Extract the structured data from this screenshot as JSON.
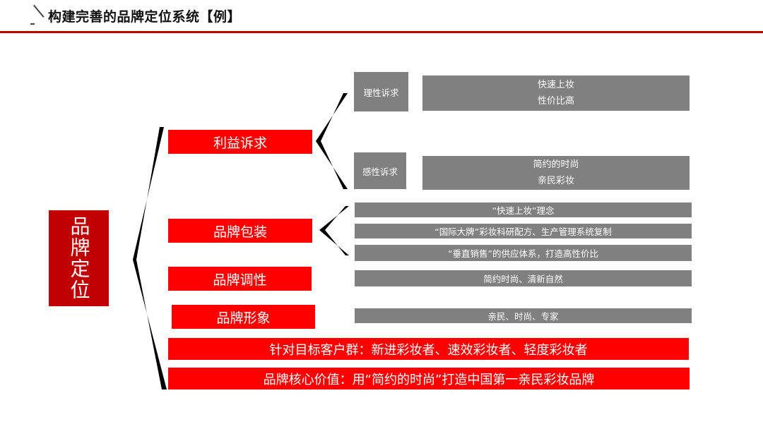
{
  "header": {
    "title": "构建完善的品牌定位系统【例】"
  },
  "root": {
    "label": "品牌定位"
  },
  "benefit": {
    "label": "利益诉求",
    "rational": {
      "label": "理性诉求",
      "lines": [
        "快速上妆",
        "性价比高"
      ]
    },
    "emotional": {
      "label": "感性诉求",
      "lines": [
        "简约的时尚",
        "亲民彩妆"
      ]
    }
  },
  "packaging": {
    "label": "品牌包装",
    "items": [
      "“快速上妆”理念",
      "“国际大牌”彩妆科研配方、生产管理系统复制",
      "“垂直销售”的供应体系，打造高性价比"
    ]
  },
  "tone": {
    "label": "品牌调性",
    "desc": "简约时尚、清新自然"
  },
  "image": {
    "label": "品牌形象",
    "desc": "亲民、时尚、专家"
  },
  "target": {
    "label": "针对目标客户群：新进彩妆者、速效彩妆者、轻度彩妆者"
  },
  "core_value": {
    "label": "品牌核心价值：用“简约的时尚”打造中国第一亲民彩妆品牌"
  },
  "colors": {
    "accent_dark_red": "#c00000",
    "accent_red": "#ff0000",
    "grey_box": "#808080",
    "bracket": "#000000"
  }
}
